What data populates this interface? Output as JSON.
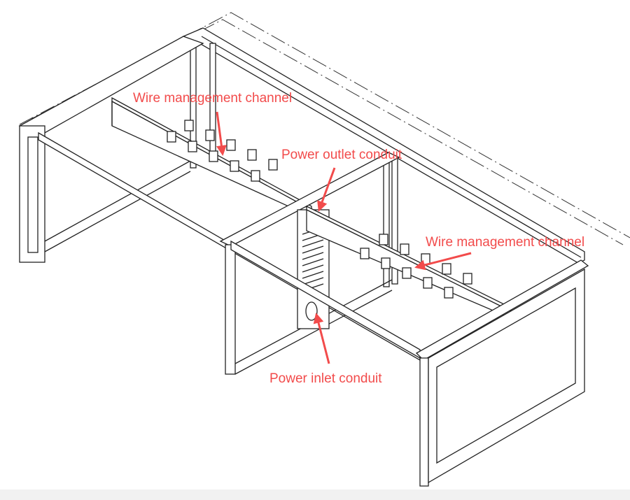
{
  "colors": {
    "annotation": "#f24b4b",
    "line": "#222222",
    "band": "#f1f1f1"
  },
  "annotations": [
    {
      "id": "wire-channel-left",
      "text": "Wire management channel"
    },
    {
      "id": "power-outlet",
      "text": "Power outlet conduit"
    },
    {
      "id": "wire-channel-right",
      "text": "Wire management channel"
    },
    {
      "id": "power-inlet",
      "text": "Power inlet conduit"
    }
  ]
}
